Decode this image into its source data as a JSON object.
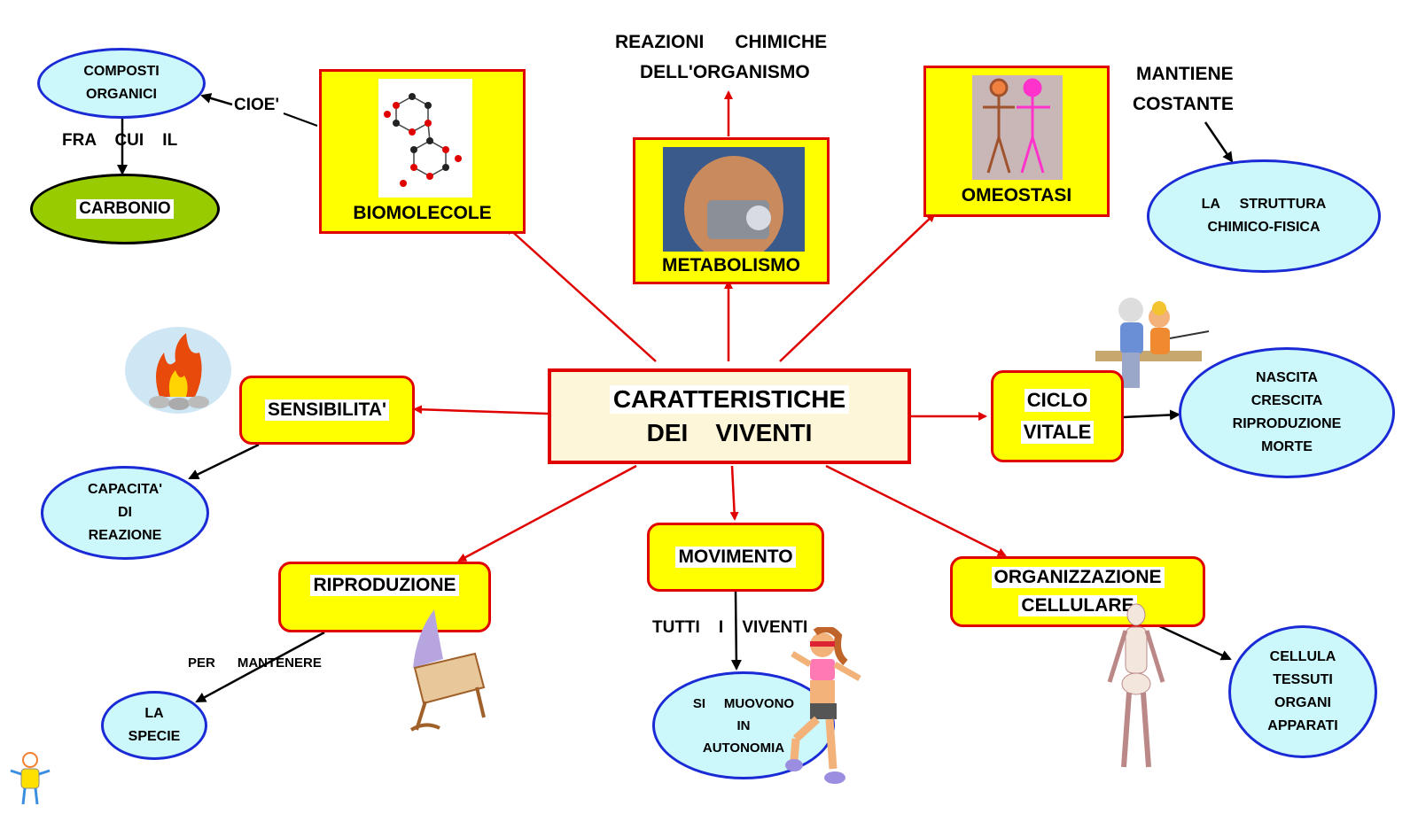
{
  "center": {
    "line1": "CARATTERISTICHE",
    "line2": "DEI    VIVENTI"
  },
  "nodes": {
    "biomolecole": "BIOMOLECOLE",
    "metabolismo": "METABOLISMO",
    "omeostasi": "OMEOSTASI",
    "sensibilita": "SENSIBILITA'",
    "ciclo_vitale_1": "CICLO",
    "ciclo_vitale_2": "VITALE",
    "riproduzione": "RIPRODUZIONE",
    "movimento": "MOVIMENTO",
    "organizzazione_1": "ORGANIZZAZIONE",
    "organizzazione_2": "CELLULARE"
  },
  "ovals": {
    "composti": [
      "COMPOSTI",
      "ORGANICI"
    ],
    "carbonio": "CARBONIO",
    "struttura": [
      "LA     STRUTTURA",
      "CHIMICO-FISICA"
    ],
    "capacita": [
      "CAPACITA'",
      "DI",
      "REAZIONE"
    ],
    "ciclo": [
      "NASCITA",
      "CRESCITA",
      "RIPRODUZIONE",
      "MORTE"
    ],
    "specie": [
      "LA",
      "SPECIE"
    ],
    "muovono": [
      "SI     MUOVONO",
      "IN",
      "AUTONOMIA"
    ],
    "cellula": [
      "CELLULA",
      "TESSUTI",
      "ORGANI",
      "APPARATI"
    ]
  },
  "labels": {
    "reazioni_1": "REAZIONI      CHIMICHE",
    "reazioni_2": "DELL'ORGANISMO",
    "mantiene_1": "MANTIENE",
    "mantiene_2": "COSTANTE",
    "cioe": "CIOE'",
    "fra_cui": "FRA    CUI    IL",
    "per_mantenere": "PER      MANTENERE",
    "tutti_viventi": "TUTTI    I    VIVENTI"
  },
  "colors": {
    "node_fill": "#ffff00",
    "node_border": "#e00000",
    "oval_fill": "#ccf7fb",
    "oval_border": "#1a2bd6",
    "carbonio_fill": "#99cc00",
    "center_fill": "#fdf6d8",
    "arrow_red": "#e00000"
  }
}
